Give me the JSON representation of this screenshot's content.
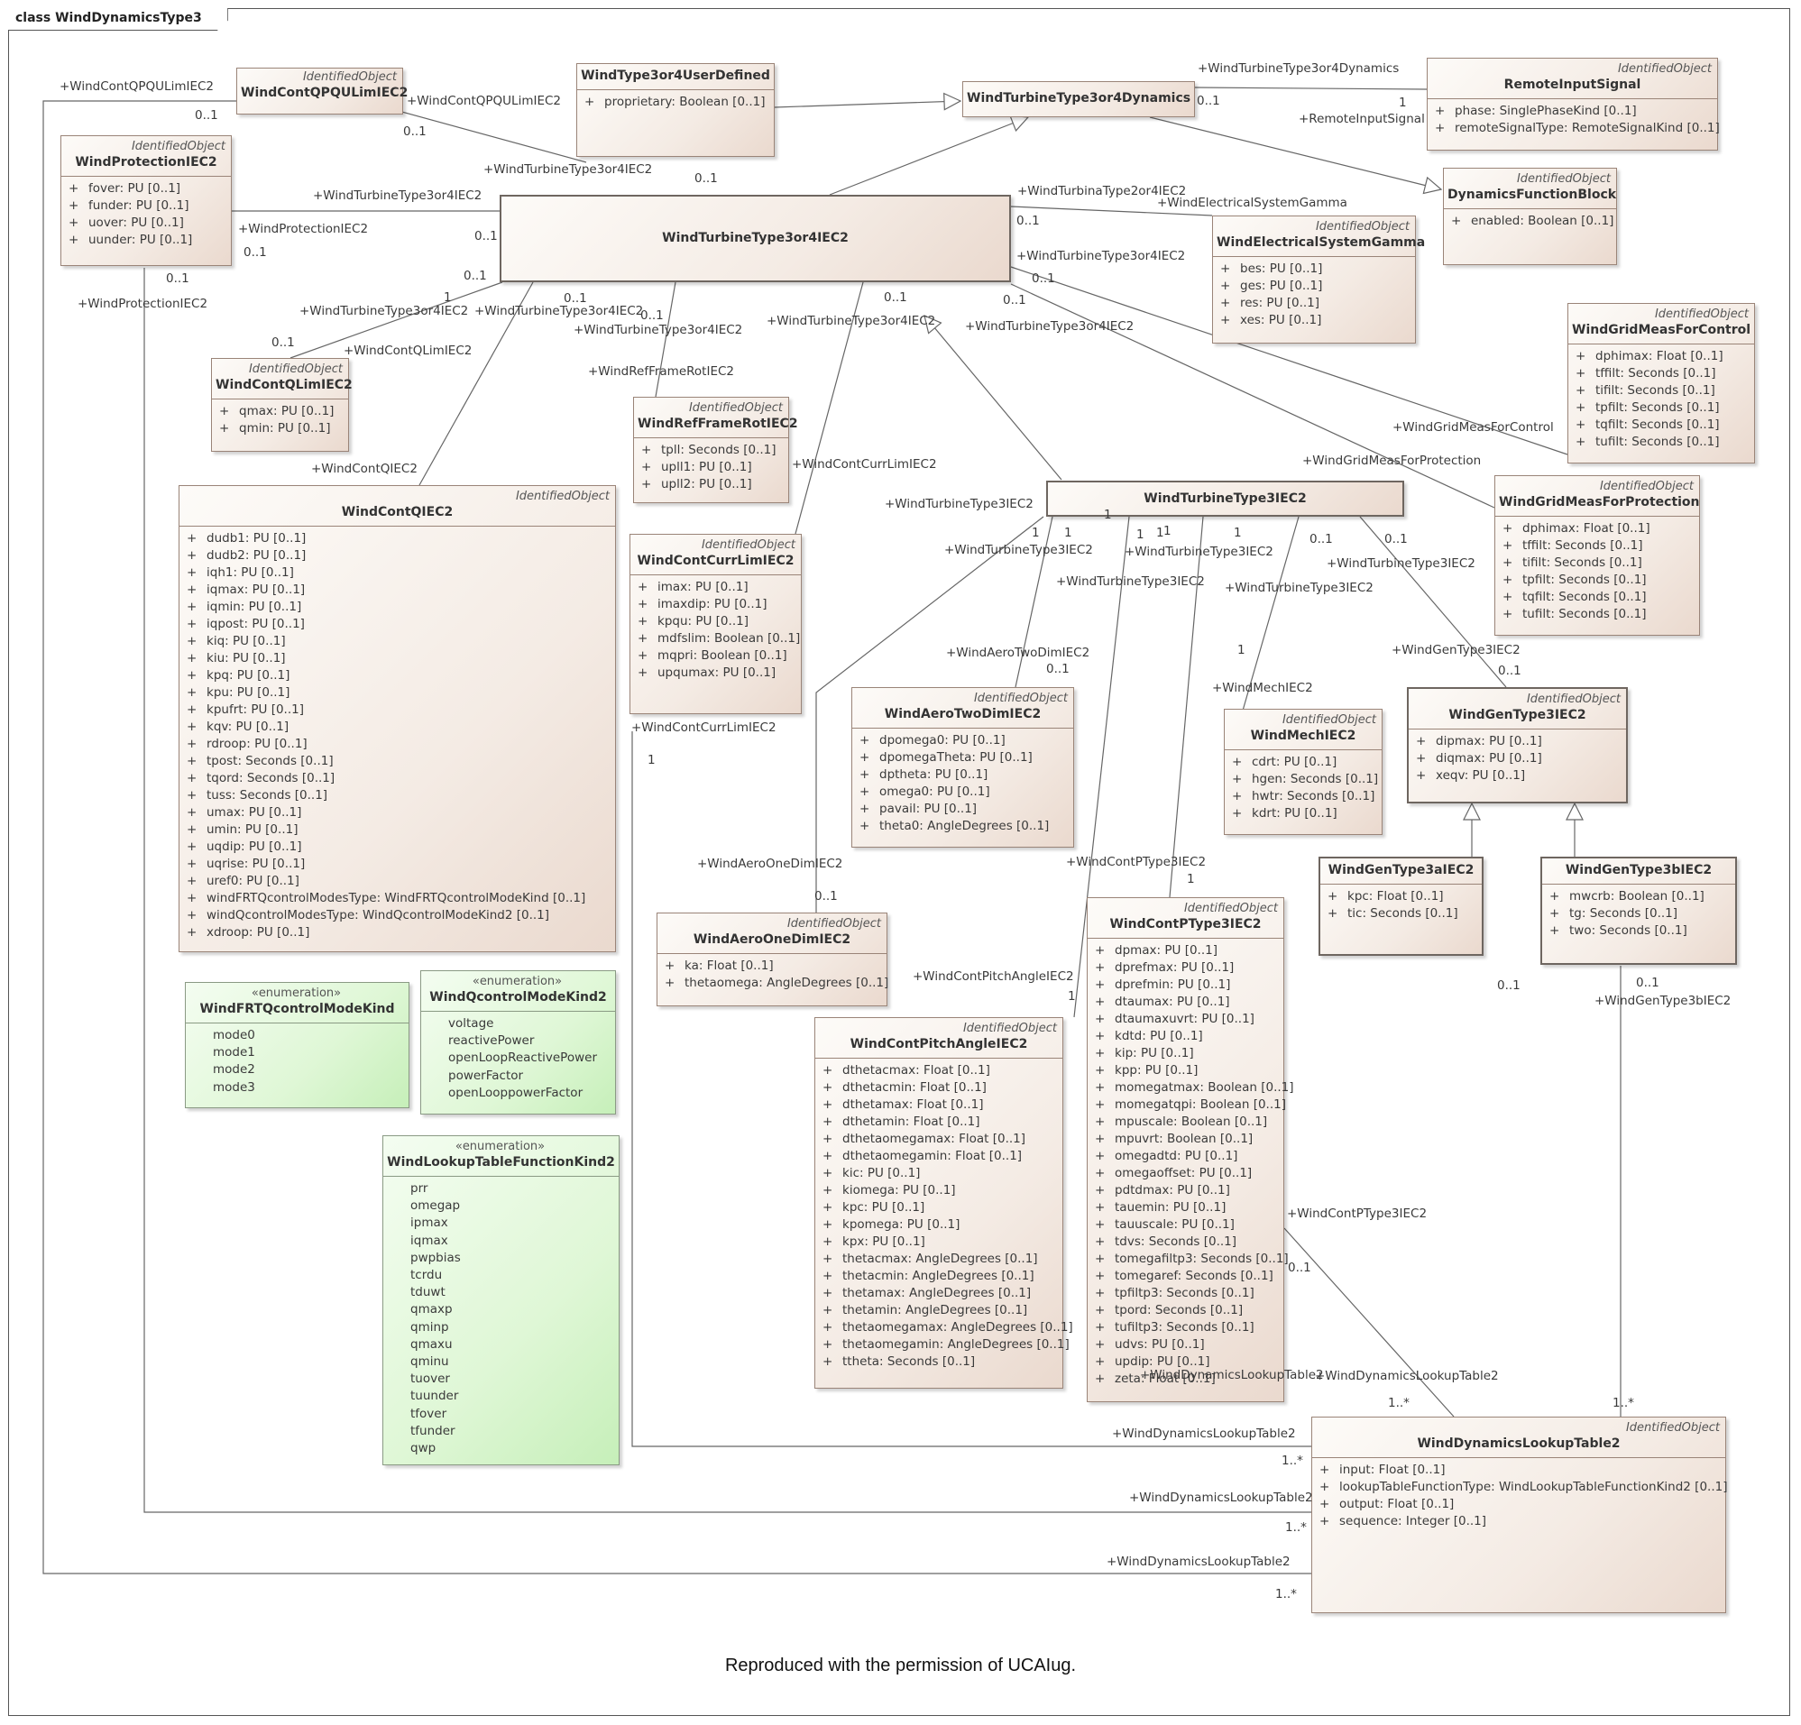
{
  "diagram_title": "class WindDynamicsType3",
  "footer": "Reproduced with the permission of UCAIug.",
  "colors": {
    "class_fill": "#f4ebe4",
    "enum_fill": "#dff7d6",
    "line": "#666666"
  },
  "classes": {
    "WindContQPQULimIEC2": {
      "stereotype": "IdentifiedObject",
      "name": "WindContQPQULimIEC2",
      "attributes": []
    },
    "WindType3or4UserDefined": {
      "stereotype": "",
      "name": "WindType3or4UserDefined",
      "attributes": [
        {
          "vis": "+",
          "text": "proprietary: Boolean [0..1]"
        }
      ]
    },
    "WindTurbineType3or4Dynamics": {
      "stereotype": "",
      "name": "WindTurbineType3or4Dynamics",
      "attributes": []
    },
    "RemoteInputSignal": {
      "stereotype": "IdentifiedObject",
      "name": "RemoteInputSignal",
      "attributes": [
        {
          "vis": "+",
          "text": "phase: SinglePhaseKind [0..1]"
        },
        {
          "vis": "+",
          "text": "remoteSignalType: RemoteSignalKind [0..1]"
        }
      ]
    },
    "WindProtectionIEC2": {
      "stereotype": "IdentifiedObject",
      "name": "WindProtectionIEC2",
      "attributes": [
        {
          "vis": "+",
          "text": "fover: PU [0..1]"
        },
        {
          "vis": "+",
          "text": "funder: PU [0..1]"
        },
        {
          "vis": "+",
          "text": "uover: PU [0..1]"
        },
        {
          "vis": "+",
          "text": "uunder: PU [0..1]"
        }
      ]
    },
    "WindTurbineType3or4IEC2": {
      "stereotype": "",
      "name": "WindTurbineType3or4IEC2",
      "attributes": []
    },
    "DynamicsFunctionBlock": {
      "stereotype": "IdentifiedObject",
      "name": "DynamicsFunctionBlock",
      "attributes": [
        {
          "vis": "+",
          "text": "enabled: Boolean [0..1]"
        }
      ]
    },
    "WindElectricalSystemGamma": {
      "stereotype": "IdentifiedObject",
      "name": "WindElectricalSystemGamma",
      "attributes": [
        {
          "vis": "+",
          "text": "bes: PU [0..1]"
        },
        {
          "vis": "+",
          "text": "ges: PU [0..1]"
        },
        {
          "vis": "+",
          "text": "res: PU [0..1]"
        },
        {
          "vis": "+",
          "text": "xes: PU [0..1]"
        }
      ]
    },
    "WindGridMeasForControl": {
      "stereotype": "IdentifiedObject",
      "name": "WindGridMeasForControl",
      "attributes": [
        {
          "vis": "+",
          "text": "dphimax: Float [0..1]"
        },
        {
          "vis": "+",
          "text": "tffilt: Seconds [0..1]"
        },
        {
          "vis": "+",
          "text": "tifilt: Seconds [0..1]"
        },
        {
          "vis": "+",
          "text": "tpfilt: Seconds [0..1]"
        },
        {
          "vis": "+",
          "text": "tqfilt: Seconds [0..1]"
        },
        {
          "vis": "+",
          "text": "tufilt: Seconds [0..1]"
        }
      ]
    },
    "WindContQLimIEC2": {
      "stereotype": "IdentifiedObject",
      "name": "WindContQLimIEC2",
      "attributes": [
        {
          "vis": "+",
          "text": "qmax: PU [0..1]"
        },
        {
          "vis": "+",
          "text": "qmin: PU [0..1]"
        }
      ]
    },
    "WindRefFrameRotIEC2": {
      "stereotype": "IdentifiedObject",
      "name": "WindRefFrameRotIEC2",
      "attributes": [
        {
          "vis": "+",
          "text": "tpll: Seconds [0..1]"
        },
        {
          "vis": "+",
          "text": "upll1: PU [0..1]"
        },
        {
          "vis": "+",
          "text": "upll2: PU [0..1]"
        }
      ]
    },
    "WindContQIEC2": {
      "stereotype": "IdentifiedObject",
      "name": "WindContQIEC2",
      "attributes": [
        {
          "vis": "+",
          "text": "dudb1: PU [0..1]"
        },
        {
          "vis": "+",
          "text": "dudb2: PU [0..1]"
        },
        {
          "vis": "+",
          "text": "iqh1: PU [0..1]"
        },
        {
          "vis": "+",
          "text": "iqmax: PU [0..1]"
        },
        {
          "vis": "+",
          "text": "iqmin: PU [0..1]"
        },
        {
          "vis": "+",
          "text": "iqpost: PU [0..1]"
        },
        {
          "vis": "+",
          "text": "kiq: PU [0..1]"
        },
        {
          "vis": "+",
          "text": "kiu: PU [0..1]"
        },
        {
          "vis": "+",
          "text": "kpq: PU [0..1]"
        },
        {
          "vis": "+",
          "text": "kpu: PU [0..1]"
        },
        {
          "vis": "+",
          "text": "kpufrt: PU [0..1]"
        },
        {
          "vis": "+",
          "text": "kqv: PU [0..1]"
        },
        {
          "vis": "+",
          "text": "rdroop: PU [0..1]"
        },
        {
          "vis": "+",
          "text": "tpost: Seconds [0..1]"
        },
        {
          "vis": "+",
          "text": "tqord: Seconds [0..1]"
        },
        {
          "vis": "+",
          "text": "tuss: Seconds [0..1]"
        },
        {
          "vis": "+",
          "text": "umax: PU [0..1]"
        },
        {
          "vis": "+",
          "text": "umin: PU [0..1]"
        },
        {
          "vis": "+",
          "text": "uqdip: PU [0..1]"
        },
        {
          "vis": "+",
          "text": "uqrise: PU [0..1]"
        },
        {
          "vis": "+",
          "text": "uref0: PU [0..1]"
        },
        {
          "vis": "+",
          "text": "windFRTQcontrolModesType: WindFRTQcontrolModeKind [0..1]"
        },
        {
          "vis": "+",
          "text": "windQcontrolModesType: WindQcontrolModeKind2 [0..1]"
        },
        {
          "vis": "+",
          "text": "xdroop: PU [0..1]"
        }
      ]
    },
    "WindContCurrLimIEC2": {
      "stereotype": "IdentifiedObject",
      "name": "WindContCurrLimIEC2",
      "attributes": [
        {
          "vis": "+",
          "text": "imax: PU [0..1]"
        },
        {
          "vis": "+",
          "text": "imaxdip: PU [0..1]"
        },
        {
          "vis": "+",
          "text": "kpqu: PU [0..1]"
        },
        {
          "vis": "+",
          "text": "mdfslim: Boolean [0..1]"
        },
        {
          "vis": "+",
          "text": "mqpri: Boolean [0..1]"
        },
        {
          "vis": "+",
          "text": "upqumax: PU [0..1]"
        }
      ]
    },
    "WindTurbineType3IEC2": {
      "stereotype": "",
      "name": "WindTurbineType3IEC2",
      "attributes": []
    },
    "WindGridMeasForProtection": {
      "stereotype": "IdentifiedObject",
      "name": "WindGridMeasForProtection",
      "attributes": [
        {
          "vis": "+",
          "text": "dphimax: Float [0..1]"
        },
        {
          "vis": "+",
          "text": "tffilt: Seconds [0..1]"
        },
        {
          "vis": "+",
          "text": "tifilt: Seconds [0..1]"
        },
        {
          "vis": "+",
          "text": "tpfilt: Seconds [0..1]"
        },
        {
          "vis": "+",
          "text": "tqfilt: Seconds [0..1]"
        },
        {
          "vis": "+",
          "text": "tufilt: Seconds [0..1]"
        }
      ]
    },
    "WindAeroTwoDimIEC2": {
      "stereotype": "IdentifiedObject",
      "name": "WindAeroTwoDimIEC2",
      "attributes": [
        {
          "vis": "+",
          "text": "dpomega0: PU [0..1]"
        },
        {
          "vis": "+",
          "text": "dpomegaTheta: PU [0..1]"
        },
        {
          "vis": "+",
          "text": "dptheta: PU [0..1]"
        },
        {
          "vis": "+",
          "text": "omega0: PU [0..1]"
        },
        {
          "vis": "+",
          "text": "pavail: PU [0..1]"
        },
        {
          "vis": "+",
          "text": "theta0: AngleDegrees [0..1]"
        }
      ]
    },
    "WindMechIEC2": {
      "stereotype": "IdentifiedObject",
      "name": "WindMechIEC2",
      "attributes": [
        {
          "vis": "+",
          "text": "cdrt: PU [0..1]"
        },
        {
          "vis": "+",
          "text": "hgen: Seconds [0..1]"
        },
        {
          "vis": "+",
          "text": "hwtr: Seconds [0..1]"
        },
        {
          "vis": "+",
          "text": "kdrt: PU [0..1]"
        }
      ]
    },
    "WindGenType3IEC2": {
      "stereotype": "IdentifiedObject",
      "name": "WindGenType3IEC2",
      "attributes": [
        {
          "vis": "+",
          "text": "dipmax: PU [0..1]"
        },
        {
          "vis": "+",
          "text": "diqmax: PU [0..1]"
        },
        {
          "vis": "+",
          "text": "xeqv: PU [0..1]"
        }
      ]
    },
    "WindGenType3aIEC2": {
      "stereotype": "",
      "name": "WindGenType3aIEC2",
      "attributes": [
        {
          "vis": "+",
          "text": "kpc: Float [0..1]"
        },
        {
          "vis": "+",
          "text": "tic: Seconds [0..1]"
        }
      ]
    },
    "WindGenType3bIEC2": {
      "stereotype": "",
      "name": "WindGenType3bIEC2",
      "attributes": [
        {
          "vis": "+",
          "text": "mwcrb: Boolean [0..1]"
        },
        {
          "vis": "+",
          "text": "tg: Seconds [0..1]"
        },
        {
          "vis": "+",
          "text": "two: Seconds [0..1]"
        }
      ]
    },
    "WindAeroOneDimIEC2": {
      "stereotype": "IdentifiedObject",
      "name": "WindAeroOneDimIEC2",
      "attributes": [
        {
          "vis": "+",
          "text": "ka: Float [0..1]"
        },
        {
          "vis": "+",
          "text": "thetaomega: AngleDegrees [0..1]"
        }
      ]
    },
    "WindContPType3IEC2": {
      "stereotype": "IdentifiedObject",
      "name": "WindContPType3IEC2",
      "attributes": [
        {
          "vis": "+",
          "text": "dpmax: PU [0..1]"
        },
        {
          "vis": "+",
          "text": "dprefmax: PU [0..1]"
        },
        {
          "vis": "+",
          "text": "dprefmin: PU [0..1]"
        },
        {
          "vis": "+",
          "text": "dtaumax: PU [0..1]"
        },
        {
          "vis": "+",
          "text": "dtaumaxuvrt: PU [0..1]"
        },
        {
          "vis": "+",
          "text": "kdtd: PU [0..1]"
        },
        {
          "vis": "+",
          "text": "kip: PU [0..1]"
        },
        {
          "vis": "+",
          "text": "kpp: PU [0..1]"
        },
        {
          "vis": "+",
          "text": "momegatmax: Boolean [0..1]"
        },
        {
          "vis": "+",
          "text": "momegatqpi: Boolean [0..1]"
        },
        {
          "vis": "+",
          "text": "mpuscale: Boolean [0..1]"
        },
        {
          "vis": "+",
          "text": "mpuvrt: Boolean [0..1]"
        },
        {
          "vis": "+",
          "text": "omegadtd: PU [0..1]"
        },
        {
          "vis": "+",
          "text": "omegaoffset: PU [0..1]"
        },
        {
          "vis": "+",
          "text": "pdtdmax: PU [0..1]"
        },
        {
          "vis": "+",
          "text": "tauemin: PU [0..1]"
        },
        {
          "vis": "+",
          "text": "tauuscale: PU [0..1]"
        },
        {
          "vis": "+",
          "text": "tdvs: Seconds [0..1]"
        },
        {
          "vis": "+",
          "text": "tomegafiltp3: Seconds [0..1]"
        },
        {
          "vis": "+",
          "text": "tomegaref: Seconds [0..1]"
        },
        {
          "vis": "+",
          "text": "tpfiltp3: Seconds [0..1]"
        },
        {
          "vis": "+",
          "text": "tpord: Seconds [0..1]"
        },
        {
          "vis": "+",
          "text": "tufiltp3: Seconds [0..1]"
        },
        {
          "vis": "+",
          "text": "udvs: PU [0..1]"
        },
        {
          "vis": "+",
          "text": "updip: PU [0..1]"
        },
        {
          "vis": "+",
          "text": "zeta: Float [0..1]"
        }
      ]
    },
    "WindContPitchAngleIEC2": {
      "stereotype": "IdentifiedObject",
      "name": "WindContPitchAngleIEC2",
      "attributes": [
        {
          "vis": "+",
          "text": "dthetacmax: Float [0..1]"
        },
        {
          "vis": "+",
          "text": "dthetacmin: Float [0..1]"
        },
        {
          "vis": "+",
          "text": "dthetamax: Float [0..1]"
        },
        {
          "vis": "+",
          "text": "dthetamin: Float [0..1]"
        },
        {
          "vis": "+",
          "text": "dthetaomegamax: Float [0..1]"
        },
        {
          "vis": "+",
          "text": "dthetaomegamin: Float [0..1]"
        },
        {
          "vis": "+",
          "text": "kic: PU [0..1]"
        },
        {
          "vis": "+",
          "text": "kiomega: PU [0..1]"
        },
        {
          "vis": "+",
          "text": "kpc: PU [0..1]"
        },
        {
          "vis": "+",
          "text": "kpomega: PU [0..1]"
        },
        {
          "vis": "+",
          "text": "kpx: PU [0..1]"
        },
        {
          "vis": "+",
          "text": "thetacmax: AngleDegrees [0..1]"
        },
        {
          "vis": "+",
          "text": "thetacmin: AngleDegrees [0..1]"
        },
        {
          "vis": "+",
          "text": "thetamax: AngleDegrees [0..1]"
        },
        {
          "vis": "+",
          "text": "thetamin: AngleDegrees [0..1]"
        },
        {
          "vis": "+",
          "text": "thetaomegamax: AngleDegrees [0..1]"
        },
        {
          "vis": "+",
          "text": "thetaomegamin: AngleDegrees [0..1]"
        },
        {
          "vis": "+",
          "text": "ttheta: Seconds [0..1]"
        }
      ]
    },
    "WindDynamicsLookupTable2": {
      "stereotype": "IdentifiedObject",
      "name": "WindDynamicsLookupTable2",
      "attributes": [
        {
          "vis": "+",
          "text": "input: Float [0..1]"
        },
        {
          "vis": "+",
          "text": "lookupTableFunctionType: WindLookupTableFunctionKind2 [0..1]"
        },
        {
          "vis": "+",
          "text": "output: Float [0..1]"
        },
        {
          "vis": "+",
          "text": "sequence: Integer [0..1]"
        }
      ]
    }
  },
  "enums": {
    "WindFRTQcontrolModeKind": {
      "stereotype": "«enumeration»",
      "name": "WindFRTQcontrolModeKind",
      "literals": [
        "mode0",
        "mode1",
        "mode2",
        "mode3"
      ]
    },
    "WindQcontrolModeKind2": {
      "stereotype": "«enumeration»",
      "name": "WindQcontrolModeKind2",
      "literals": [
        "voltage",
        "reactivePower",
        "openLoopReactivePower",
        "powerFactor",
        "openLooppowerFactor"
      ]
    },
    "WindLookupTableFunctionKind2": {
      "stereotype": "«enumeration»",
      "name": "WindLookupTableFunctionKind2",
      "literals": [
        "prr",
        "omegap",
        "ipmax",
        "iqmax",
        "pwpbias",
        "tcrdu",
        "tduwt",
        "qmaxp",
        "qminp",
        "qmaxu",
        "qminu",
        "tuover",
        "tuunder",
        "tfover",
        "tfunder",
        "qwp"
      ]
    }
  },
  "role_labels": [
    "+WindContQPQULimIEC2",
    "+WindContQPQULimIEC2",
    "+WindTurbineType3or4IEC2",
    "+WindTurbineType3or4Dynamics",
    "+RemoteInputSignal",
    "+WindTurbineType3or4IEC2",
    "+WindProtectionIEC2",
    "+WindTurbinaType2or4IEC2",
    "+WindElectricalSystemGamma",
    "+WindTurbineType3or4IEC2",
    "+WindProtectionIEC2",
    "+WindTurbineType3or4IEC2",
    "+WindTurbineType3or4IEC2",
    "+WindContQLimIEC2",
    "+WindTurbineType3or4IEC2",
    "+WindRefFrameRotIEC2",
    "+WindTurbineType3or4IEC2",
    "+WindTurbineType3or4IEC2",
    "+WindContQIEC2",
    "+WindGridMeasForControl",
    "+WindGridMeasForProtection",
    "+WindContCurrLimIEC2",
    "+WindTurbineType3IEC2",
    "+WindTurbineType3IEC2",
    "+WindTurbineType3IEC2",
    "+WindTurbineType3IEC2",
    "+WindTurbineType3IEC2",
    "+WindTurbineType3IEC2",
    "+WindAeroTwoDimIEC2",
    "+WindMechIEC2",
    "+WindGenType3IEC2",
    "+WindContCurrLimIEC2",
    "+WindAeroOneDimIEC2",
    "+WindContPType3IEC2",
    "+WindContPitchAngleIEC2",
    "+WindGenType3bIEC2",
    "+WindContPType3IEC2",
    "+WindDynamicsLookupTable2",
    "+WindDynamicsLookupTable2",
    "+WindDynamicsLookupTable2",
    "+WindDynamicsLookupTable2",
    "+WindDynamicsLookupTable2"
  ],
  "multiplicities": [
    "0..1",
    "0..1",
    "0..1",
    "0..1",
    "1",
    "0..1",
    "0..1",
    "0..1",
    "0..1",
    "0..1",
    "0..1",
    "0..1",
    "1",
    "0..1",
    "0..1",
    "0..1",
    "0..1",
    "1",
    "1",
    "1",
    "1",
    "1",
    "1",
    "1",
    "0..1",
    "0..1",
    "0..1",
    "0..1",
    "1",
    "0..1",
    "0..1",
    "1",
    "1",
    "0..1",
    "0..1",
    "1..*",
    "1..*",
    "1..*",
    "1..*",
    "1..*",
    "1"
  ]
}
